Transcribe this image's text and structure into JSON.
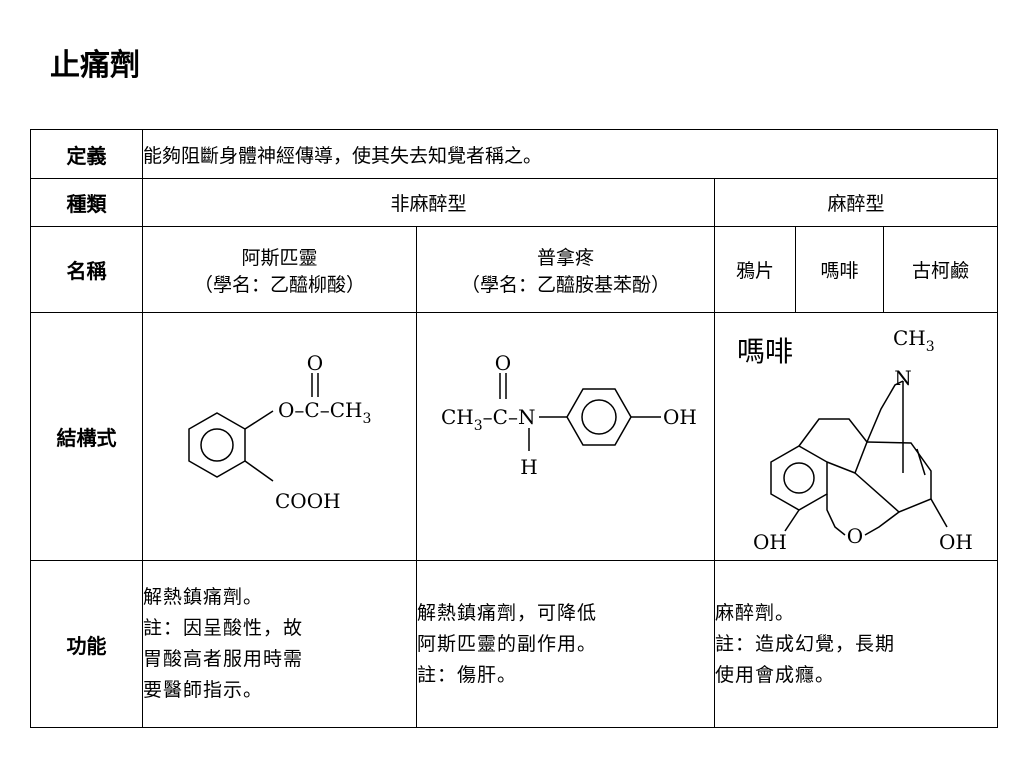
{
  "page": {
    "title": "止痛劑"
  },
  "table": {
    "definition": {
      "label": "定義",
      "text": "能夠阻斷身體神經傳導，使其失去知覺者稱之。"
    },
    "types": {
      "label": "種類",
      "non_narcotic": "非麻醉型",
      "narcotic": "麻醉型"
    },
    "names": {
      "label": "名稱",
      "aspirin": {
        "name": "阿斯匹靈",
        "scientific": "（學名：乙醯柳酸）"
      },
      "acetaminophen": {
        "name": "普拿疼",
        "scientific": "（學名：乙醯胺基苯酚）"
      },
      "opium": "鴉片",
      "morphine": "嗎啡",
      "codeine": "古柯鹼"
    },
    "structure": {
      "label": "結構式",
      "aspirin": {
        "carbonyl_o": "O",
        "ester": "O–C–CH",
        "ester_sub": "3",
        "carboxyl": "COOH"
      },
      "acetaminophen": {
        "carbonyl_o": "O",
        "left": "CH",
        "left_sub": "3",
        "left_rest": "–C–N",
        "hydroxyl": "OH",
        "amine_h": "H"
      },
      "morphine": {
        "caption": "嗎啡",
        "methyl": "CH",
        "methyl_sub": "3",
        "nitrogen": "N",
        "oh_left": "OH",
        "oxygen": "O",
        "oh_right": "OH"
      }
    },
    "function": {
      "label": "功能",
      "aspirin": [
        "解熱鎮痛劑。",
        "註：因呈酸性，故",
        "胃酸高者服用時需",
        "要醫師指示。"
      ],
      "acetaminophen": [
        "解熱鎮痛劑，可降低",
        "阿斯匹靈的副作用。",
        "註：傷肝。"
      ],
      "narcotic": [
        "麻醉劑。",
        "註：造成幻覺，長期",
        "使用會成癮。"
      ]
    }
  }
}
